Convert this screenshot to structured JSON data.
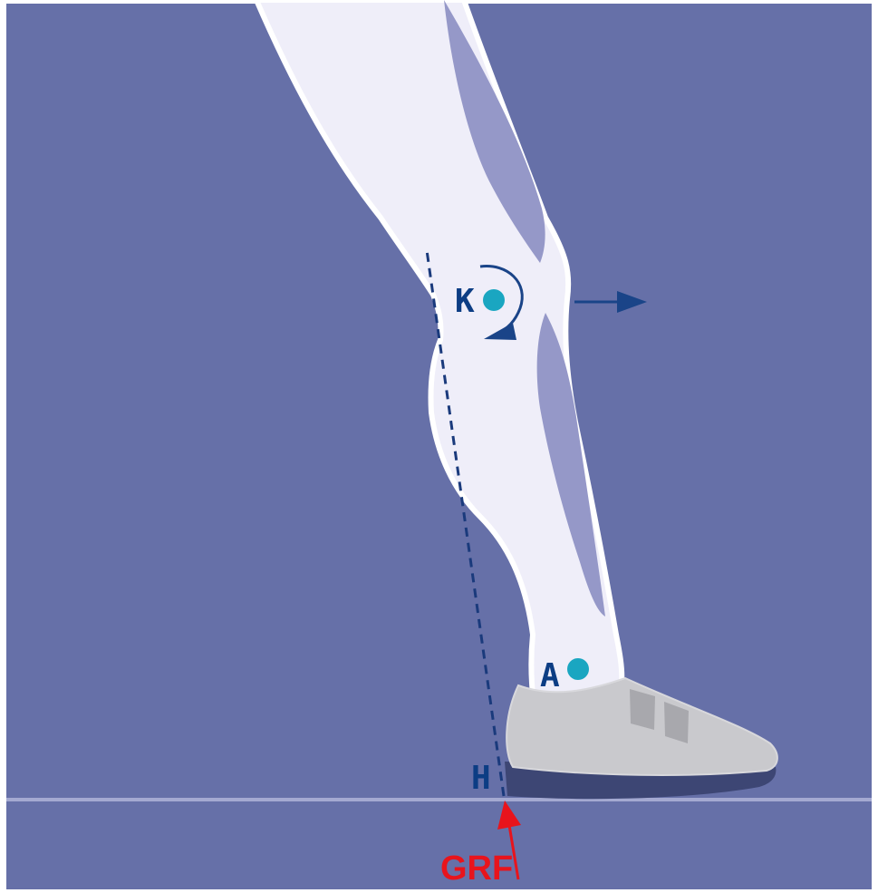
{
  "diagram": {
    "labels": {
      "knee": "K",
      "ankle": "A",
      "heel": "H",
      "grf": "GRF"
    },
    "colors": {
      "background": "#6670a8",
      "frame": "#ffffff",
      "leg_fill": "#efeef9",
      "leg_outline": "#ffffff",
      "muscle": "#9598c8",
      "joint_marker": "#1aa6c1",
      "label_blue": "#0c3d84",
      "arrow_blue": "#1a4488",
      "grf_red": "#e8141c",
      "ground_line": "#a4a9d1",
      "shoe_upper": "#c9c9cd",
      "shoe_strap": "#a8a8ad",
      "shoe_sole": "#3d4674"
    },
    "icons": {
      "knee_moment_arrow": "curved-arrow-icon",
      "knee_motion_arrow": "arrow-right-icon",
      "grf_arrow": "arrow-up-icon"
    }
  }
}
